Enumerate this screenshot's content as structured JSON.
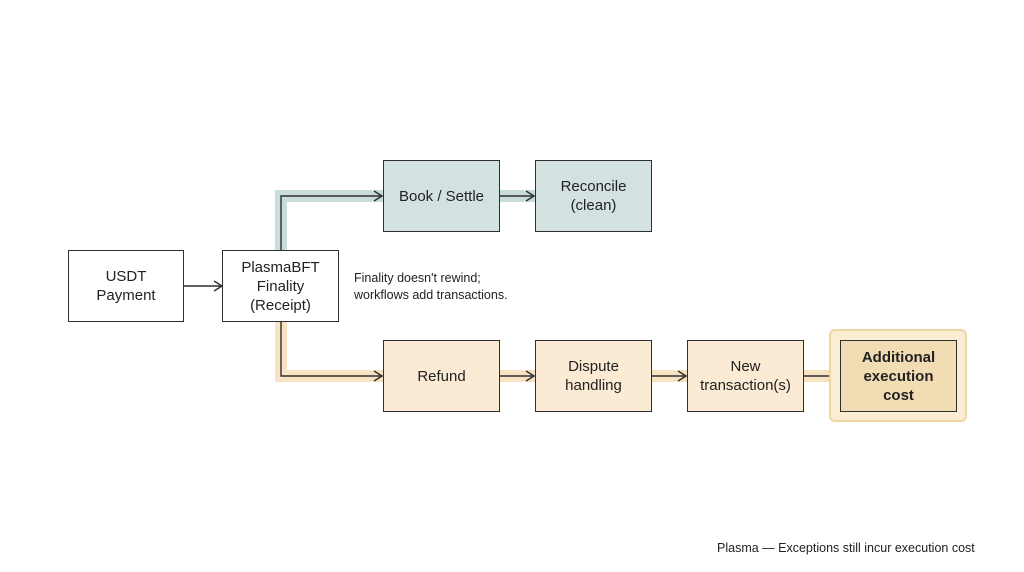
{
  "nodes": {
    "usdt_payment": "USDT\nPayment",
    "plasmabft_finality": "PlasmaBFT\nFinality\n(Receipt)",
    "book_settle": "Book / Settle",
    "reconcile": "Reconcile\n(clean)",
    "refund": "Refund",
    "dispute_handling": "Dispute\nhandling",
    "new_transactions": "New\ntransaction(s)",
    "additional_cost": "Additional\nexecution\ncost"
  },
  "note": "Finality doesn't rewind;\nworkflows add transactions.",
  "footer": "Plasma — Exceptions still incur execution cost",
  "colors": {
    "teal_path": "#c9dcda",
    "peach_path": "#f7e3c4",
    "teal_fill": "#d3e2e0",
    "peach_fill": "#fbebd4",
    "gold_fill": "#f2dcb4",
    "stroke": "#2f2f2f"
  }
}
